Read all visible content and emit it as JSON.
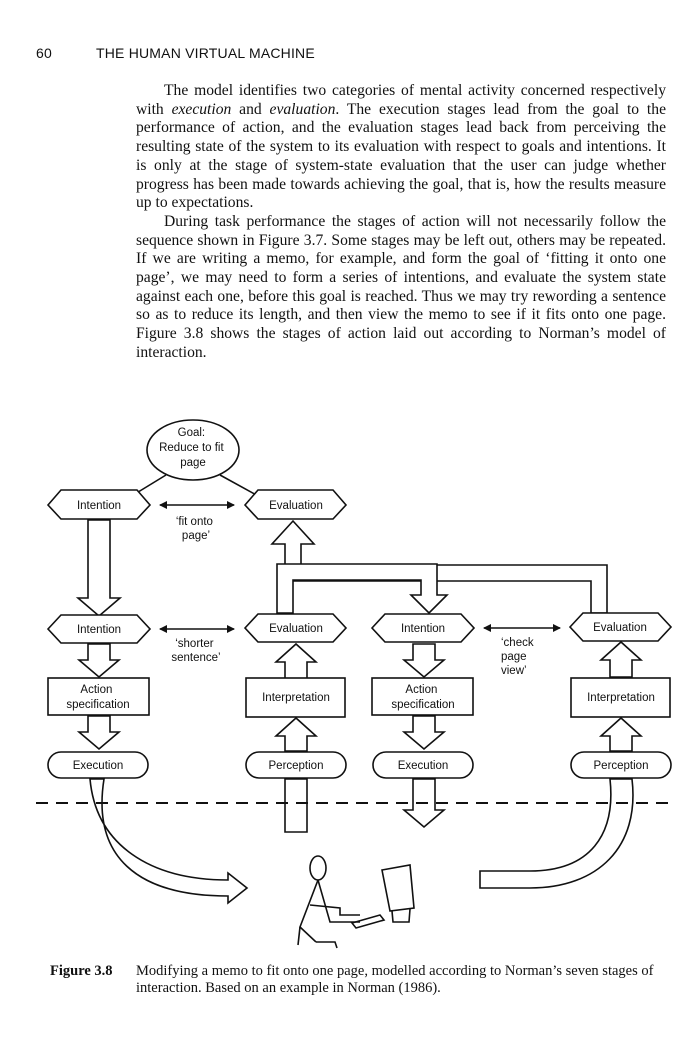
{
  "header": {
    "page_number": "60",
    "running_title": "THE HUMAN VIRTUAL MACHINE"
  },
  "paragraphs": [
    [
      {
        "t": "The model identifies two categories of mental activity concerned respectively with "
      },
      {
        "t": "execution",
        "i": true
      },
      {
        "t": " and "
      },
      {
        "t": "evaluation",
        "i": true
      },
      {
        "t": ". The execution stages lead from the goal to the performance of action, and the evaluation stages lead back from perceiving the resulting state of the system to its evaluation with respect to goals and intentions. It is only at the stage of system-state evaluation that the user can judge whether progress has been made towards achieving the goal, that is, how the results measure up to expectations."
      }
    ],
    [
      {
        "t": "During task performance the stages of action will not necessarily follow the sequence shown in Figure 3.7. Some stages may be left out, others may be repeated. If we are writing a memo, for example, and form the goal of ‘fitting it onto one page’, we may need to form a series of intentions, and evaluate the system state against each one, before this goal is reached. Thus we may try rewording a sentence so as to reduce its length, and then view the memo to see if it fits onto one page. Figure 3.8 shows the stages of action laid out according to Norman’s model of interaction."
      }
    ]
  ],
  "diagram": {
    "goal": [
      "Goal:",
      "Reduce to fit",
      "page"
    ],
    "intention_1": "Intention",
    "evaluation_1": "Evaluation",
    "note_fit": [
      "‘fit onto",
      "page’"
    ],
    "intention_2": "Intention",
    "note_shorter": [
      "‘shorter",
      "sentence’"
    ],
    "evaluation_2": "Evaluation",
    "intention_3": "Intention",
    "note_check": [
      "‘check",
      "page",
      "view’"
    ],
    "evaluation_3": "Evaluation",
    "action_spec_1": [
      "Action",
      "specification"
    ],
    "interpretation_1": "Interpretation",
    "action_spec_2": [
      "Action",
      "specification"
    ],
    "interpretation_2": "Interpretation",
    "execution_1": "Execution",
    "perception_1": "Perception",
    "execution_2": "Execution",
    "perception_2": "Perception"
  },
  "caption": {
    "label": "Figure 3.8",
    "text": "Modifying a memo to fit onto one page, modelled according to Norman’s seven stages of interaction. Based on an example in Norman (1986)."
  }
}
